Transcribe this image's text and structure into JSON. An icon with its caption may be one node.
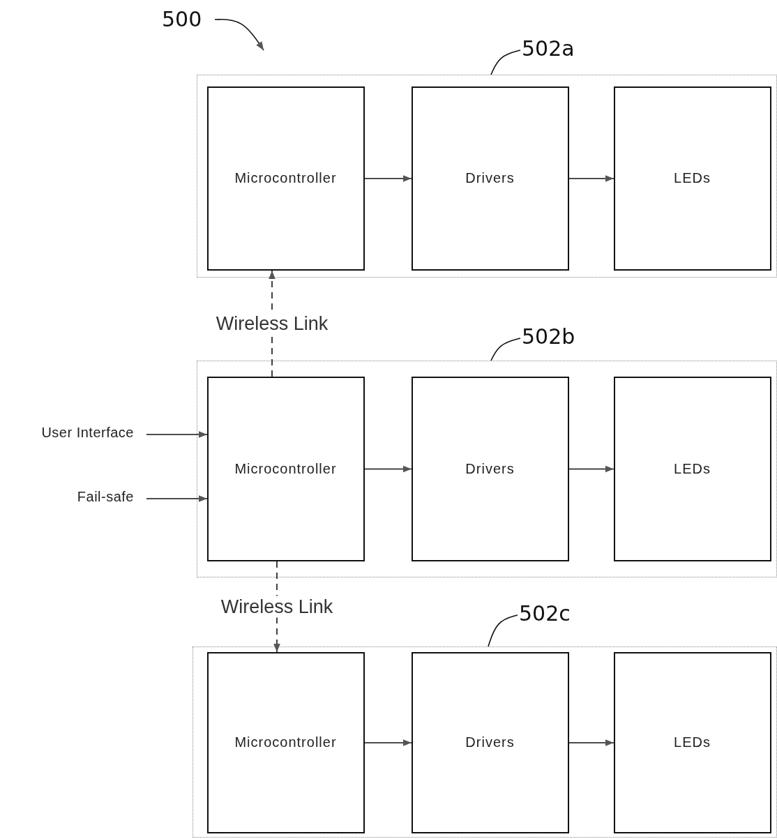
{
  "diagram": {
    "nodes": [
      {
        "text": [
          "500"
        ]
      },
      {
        "text": [
          "502a"
        ]
      },
      {
        "text": [],
        "shape": "box"
      },
      {
        "text": [
          "Microcontroller"
        ],
        "in": 2
      },
      {
        "text": [
          "Drivers"
        ],
        "in": 2
      },
      {
        "text": [
          "LEDs"
        ],
        "in": 2
      },
      {
        "text": [
          "502b"
        ]
      },
      {
        "text": [
          "User Interface"
        ]
      },
      {
        "text": [
          "Fail-safe"
        ]
      },
      {
        "text": [],
        "shape": "box"
      },
      {
        "text": [
          "Microcontroller"
        ],
        "in": 9
      },
      {
        "text": [
          "Drivers"
        ],
        "in": 9
      },
      {
        "text": [
          "LEDs"
        ],
        "in": 9
      },
      {
        "text": [
          "502c"
        ]
      },
      {
        "text": [],
        "shape": "box"
      },
      {
        "text": [
          "Microcontroller"
        ],
        "in": 14
      },
      {
        "text": [
          "Drivers"
        ],
        "in": 14
      },
      {
        "text": [
          "LEDs"
        ],
        "in": 14
      }
    ],
    "edges": [
      {
        "from": 0,
        "to": null,
        "arrow": "to"
      },
      {
        "from": 1,
        "to": 2,
        "arrow": "none"
      },
      {
        "from": 3,
        "to": 4,
        "arrow": "to"
      },
      {
        "from": 4,
        "to": 5,
        "arrow": "to"
      },
      {
        "from": 10,
        "to": 3,
        "arrow": "to",
        "label": "Wireless Link",
        "style": "dashed"
      },
      {
        "from": 6,
        "to": 9,
        "arrow": "none"
      },
      {
        "from": 7,
        "to": 10,
        "arrow": "to"
      },
      {
        "from": 8,
        "to": 10,
        "arrow": "to"
      },
      {
        "from": 10,
        "to": 11,
        "arrow": "to"
      },
      {
        "from": 11,
        "to": 12,
        "arrow": "to"
      },
      {
        "from": 10,
        "to": 15,
        "arrow": "to",
        "label": "Wireless Link",
        "style": "dashed"
      },
      {
        "from": 13,
        "to": 14,
        "arrow": "none"
      },
      {
        "from": 15,
        "to": 16,
        "arrow": "to"
      },
      {
        "from": 16,
        "to": 17,
        "arrow": "to"
      }
    ]
  }
}
